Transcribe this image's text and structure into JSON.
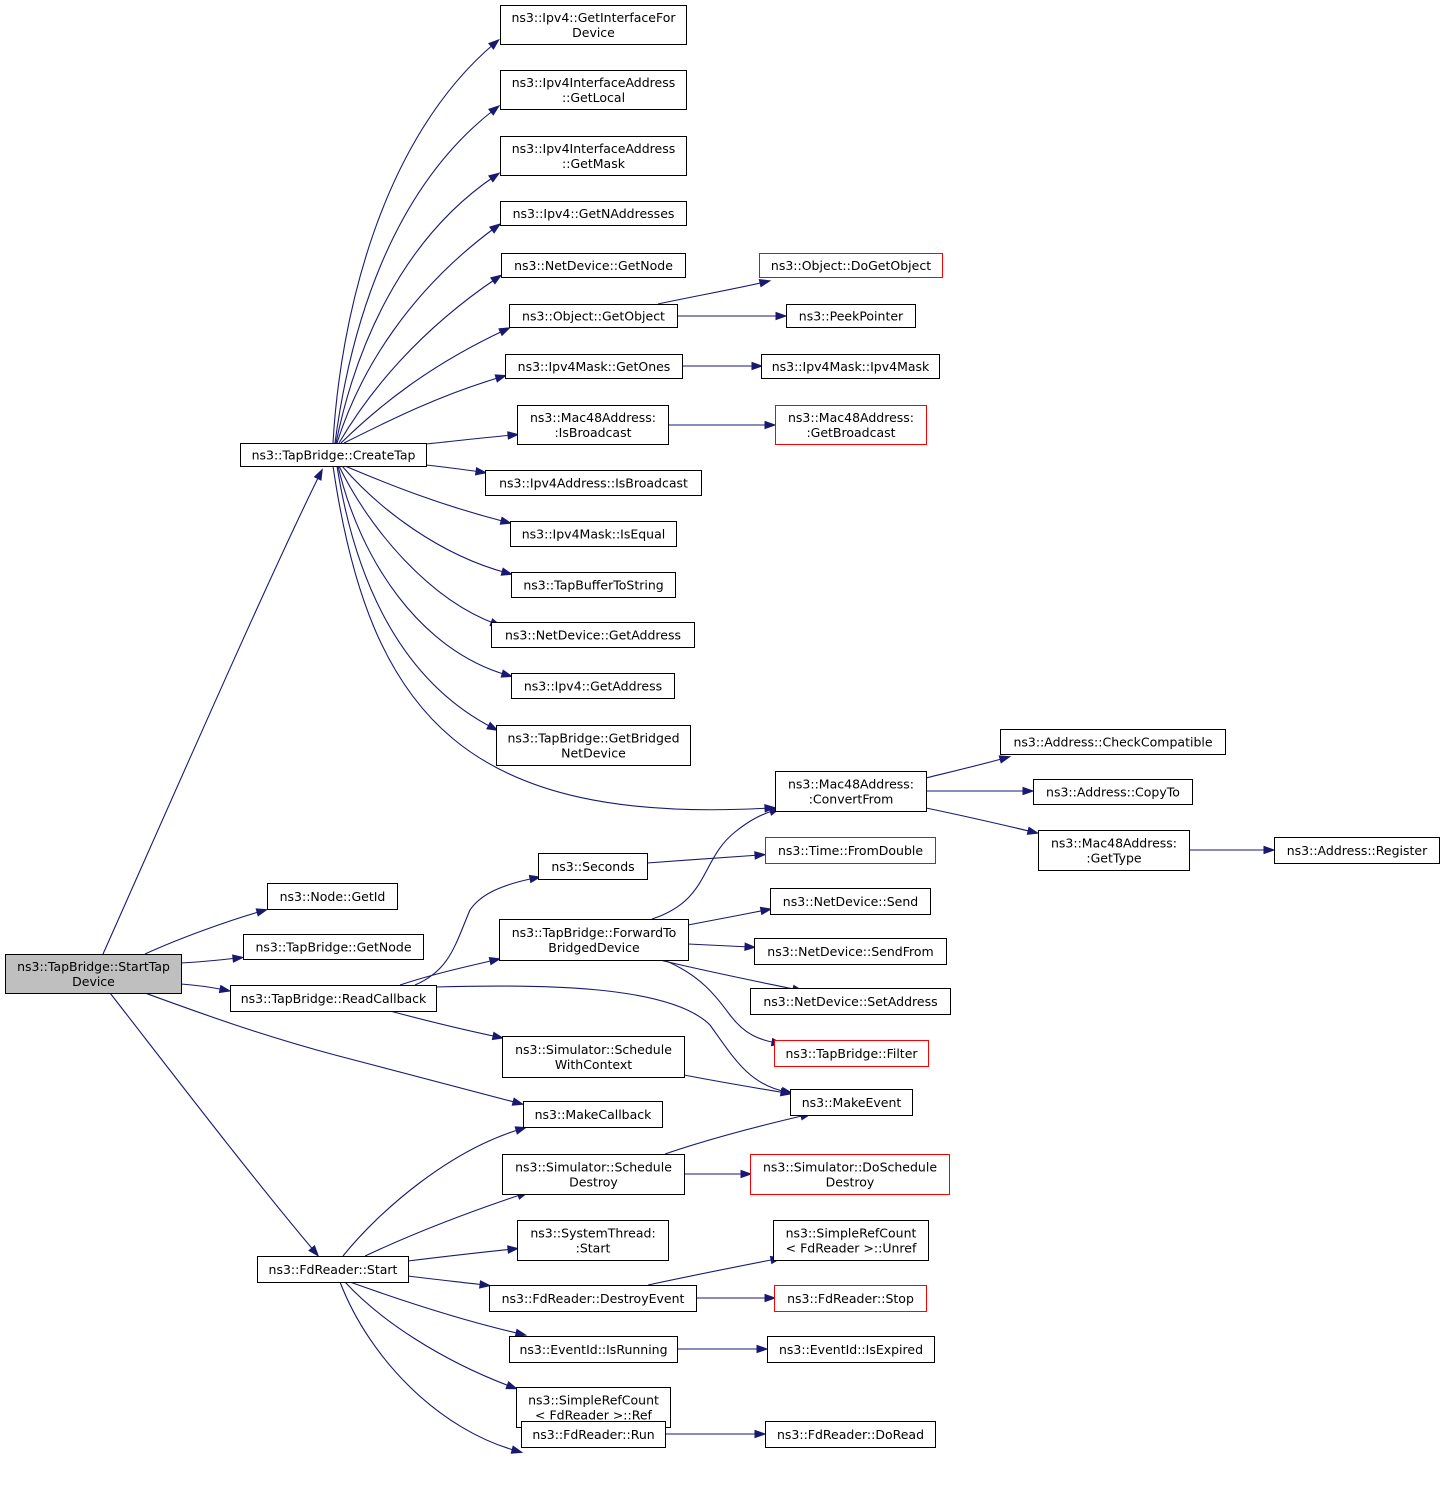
{
  "diagram": {
    "nodes": {
      "start_tap": {
        "lines": [
          "ns3::TapBridge::StartTap",
          "Device"
        ],
        "style": "root"
      },
      "create_tap": {
        "lines": [
          "ns3::TapBridge::CreateTap"
        ],
        "style": "normal"
      },
      "ipv4_getinterfacefor": {
        "lines": [
          "ns3::Ipv4::GetInterfaceFor",
          "Device"
        ],
        "style": "normal"
      },
      "ipv4ia_getlocal": {
        "lines": [
          "ns3::Ipv4InterfaceAddress",
          "::GetLocal"
        ],
        "style": "normal"
      },
      "ipv4ia_getmask": {
        "lines": [
          "ns3::Ipv4InterfaceAddress",
          "::GetMask"
        ],
        "style": "normal"
      },
      "ipv4_getnaddresses": {
        "lines": [
          "ns3::Ipv4::GetNAddresses"
        ],
        "style": "normal"
      },
      "netdevice_getnode": {
        "lines": [
          "ns3::NetDevice::GetNode"
        ],
        "style": "normal"
      },
      "object_getobject": {
        "lines": [
          "ns3::Object::GetObject"
        ],
        "style": "normal"
      },
      "object_dogetobject": {
        "lines": [
          "ns3::Object::DoGetObject"
        ],
        "style": "red"
      },
      "peekpointer": {
        "lines": [
          "ns3::PeekPointer"
        ],
        "style": "normal"
      },
      "ipv4mask_getones": {
        "lines": [
          "ns3::Ipv4Mask::GetOnes"
        ],
        "style": "normal"
      },
      "ipv4mask_ipv4mask": {
        "lines": [
          "ns3::Ipv4Mask::Ipv4Mask"
        ],
        "style": "normal"
      },
      "mac48_isbroadcast": {
        "lines": [
          "ns3::Mac48Address:",
          ":IsBroadcast"
        ],
        "style": "normal"
      },
      "mac48_getbroadcast": {
        "lines": [
          "ns3::Mac48Address:",
          ":GetBroadcast"
        ],
        "style": "red"
      },
      "ipv4addr_isbroadcast": {
        "lines": [
          "ns3::Ipv4Address::IsBroadcast"
        ],
        "style": "normal"
      },
      "ipv4mask_isequal": {
        "lines": [
          "ns3::Ipv4Mask::IsEqual"
        ],
        "style": "normal"
      },
      "tapbuffertostring": {
        "lines": [
          "ns3::TapBufferToString"
        ],
        "style": "normal"
      },
      "netdevice_getaddress": {
        "lines": [
          "ns3::NetDevice::GetAddress"
        ],
        "style": "normal"
      },
      "ipv4_getaddress": {
        "lines": [
          "ns3::Ipv4::GetAddress"
        ],
        "style": "normal"
      },
      "tapbridge_getbridged": {
        "lines": [
          "ns3::TapBridge::GetBridged",
          "NetDevice"
        ],
        "style": "normal"
      },
      "mac48_convertfrom": {
        "lines": [
          "ns3::Mac48Address:",
          ":ConvertFrom"
        ],
        "style": "normal"
      },
      "address_checkcompatible": {
        "lines": [
          "ns3::Address::CheckCompatible"
        ],
        "style": "normal"
      },
      "address_copyto": {
        "lines": [
          "ns3::Address::CopyTo"
        ],
        "style": "normal"
      },
      "mac48_gettype": {
        "lines": [
          "ns3::Mac48Address:",
          ":GetType"
        ],
        "style": "normal"
      },
      "address_register": {
        "lines": [
          "ns3::Address::Register"
        ],
        "style": "normal"
      },
      "node_getid": {
        "lines": [
          "ns3::Node::GetId"
        ],
        "style": "normal"
      },
      "tapbridge_getnode": {
        "lines": [
          "ns3::TapBridge::GetNode"
        ],
        "style": "normal"
      },
      "tapbridge_readcallback": {
        "lines": [
          "ns3::TapBridge::ReadCallback"
        ],
        "style": "normal"
      },
      "seconds": {
        "lines": [
          "ns3::Seconds"
        ],
        "style": "normal"
      },
      "time_fromdouble": {
        "lines": [
          "ns3::Time::FromDouble"
        ],
        "style": "red"
      },
      "tapbridge_forwardto": {
        "lines": [
          "ns3::TapBridge::ForwardTo",
          "BridgedDevice"
        ],
        "style": "normal"
      },
      "netdevice_send": {
        "lines": [
          "ns3::NetDevice::Send"
        ],
        "style": "normal"
      },
      "netdevice_sendfrom": {
        "lines": [
          "ns3::NetDevice::SendFrom"
        ],
        "style": "normal"
      },
      "netdevice_setaddress": {
        "lines": [
          "ns3::NetDevice::SetAddress"
        ],
        "style": "normal"
      },
      "tapbridge_filter": {
        "lines": [
          "ns3::TapBridge::Filter"
        ],
        "style": "red"
      },
      "simulator_schedulewithcontext": {
        "lines": [
          "ns3::Simulator::Schedule",
          "WithContext"
        ],
        "style": "normal"
      },
      "makeevent": {
        "lines": [
          "ns3::MakeEvent"
        ],
        "style": "normal"
      },
      "makecallback": {
        "lines": [
          "ns3::MakeCallback"
        ],
        "style": "normal"
      },
      "simulator_scheduledestroy": {
        "lines": [
          "ns3::Simulator::Schedule",
          "Destroy"
        ],
        "style": "normal"
      },
      "simulator_doscheduledestroy": {
        "lines": [
          "ns3::Simulator::DoSchedule",
          "Destroy"
        ],
        "style": "red"
      },
      "systemthread_start": {
        "lines": [
          "ns3::SystemThread:",
          ":Start"
        ],
        "style": "normal"
      },
      "simplerefcount_unref": {
        "lines": [
          "ns3::SimpleRefCount",
          "< FdReader >::Unref"
        ],
        "style": "normal"
      },
      "fdreader_start": {
        "lines": [
          "ns3::FdReader::Start"
        ],
        "style": "normal"
      },
      "fdreader_destroyevent": {
        "lines": [
          "ns3::FdReader::DestroyEvent"
        ],
        "style": "normal"
      },
      "fdreader_stop": {
        "lines": [
          "ns3::FdReader::Stop"
        ],
        "style": "red"
      },
      "eventid_isrunning": {
        "lines": [
          "ns3::EventId::IsRunning"
        ],
        "style": "normal"
      },
      "eventid_isexpired": {
        "lines": [
          "ns3::EventId::IsExpired"
        ],
        "style": "normal"
      },
      "simplerefcount_ref": {
        "lines": [
          "ns3::SimpleRefCount",
          "< FdReader >::Ref"
        ],
        "style": "normal"
      },
      "fdreader_run": {
        "lines": [
          "ns3::FdReader::Run"
        ],
        "style": "normal"
      },
      "fdreader_doread": {
        "lines": [
          "ns3::FdReader::DoRead"
        ],
        "style": "normal"
      }
    },
    "edges": [
      [
        "start_tap",
        "create_tap"
      ],
      [
        "start_tap",
        "node_getid"
      ],
      [
        "start_tap",
        "tapbridge_getnode"
      ],
      [
        "start_tap",
        "tapbridge_readcallback"
      ],
      [
        "start_tap",
        "makecallback"
      ],
      [
        "start_tap",
        "fdreader_start"
      ],
      [
        "create_tap",
        "ipv4_getinterfacefor"
      ],
      [
        "create_tap",
        "ipv4ia_getlocal"
      ],
      [
        "create_tap",
        "ipv4ia_getmask"
      ],
      [
        "create_tap",
        "ipv4_getnaddresses"
      ],
      [
        "create_tap",
        "netdevice_getnode"
      ],
      [
        "create_tap",
        "object_getobject"
      ],
      [
        "create_tap",
        "ipv4mask_getones"
      ],
      [
        "create_tap",
        "mac48_isbroadcast"
      ],
      [
        "create_tap",
        "ipv4addr_isbroadcast"
      ],
      [
        "create_tap",
        "ipv4mask_isequal"
      ],
      [
        "create_tap",
        "tapbuffertostring"
      ],
      [
        "create_tap",
        "netdevice_getaddress"
      ],
      [
        "create_tap",
        "ipv4_getaddress"
      ],
      [
        "create_tap",
        "tapbridge_getbridged"
      ],
      [
        "create_tap",
        "mac48_convertfrom"
      ],
      [
        "object_getobject",
        "object_dogetobject"
      ],
      [
        "object_getobject",
        "peekpointer"
      ],
      [
        "ipv4mask_getones",
        "ipv4mask_ipv4mask"
      ],
      [
        "mac48_isbroadcast",
        "mac48_getbroadcast"
      ],
      [
        "mac48_convertfrom",
        "address_checkcompatible"
      ],
      [
        "mac48_convertfrom",
        "address_copyto"
      ],
      [
        "mac48_convertfrom",
        "mac48_gettype"
      ],
      [
        "mac48_gettype",
        "address_register"
      ],
      [
        "tapbridge_readcallback",
        "seconds"
      ],
      [
        "tapbridge_readcallback",
        "tapbridge_forwardto"
      ],
      [
        "tapbridge_readcallback",
        "simulator_schedulewithcontext"
      ],
      [
        "tapbridge_readcallback",
        "makeevent"
      ],
      [
        "seconds",
        "time_fromdouble"
      ],
      [
        "tapbridge_forwardto",
        "mac48_convertfrom"
      ],
      [
        "tapbridge_forwardto",
        "netdevice_send"
      ],
      [
        "tapbridge_forwardto",
        "netdevice_sendfrom"
      ],
      [
        "tapbridge_forwardto",
        "netdevice_setaddress"
      ],
      [
        "tapbridge_forwardto",
        "tapbridge_filter"
      ],
      [
        "simulator_schedulewithcontext",
        "makeevent"
      ],
      [
        "simulator_scheduledestroy",
        "makeevent"
      ],
      [
        "simulator_scheduledestroy",
        "simulator_doscheduledestroy"
      ],
      [
        "fdreader_start",
        "makecallback"
      ],
      [
        "fdreader_start",
        "simulator_scheduledestroy"
      ],
      [
        "fdreader_start",
        "systemthread_start"
      ],
      [
        "fdreader_start",
        "fdreader_destroyevent"
      ],
      [
        "fdreader_start",
        "eventid_isrunning"
      ],
      [
        "fdreader_start",
        "simplerefcount_ref"
      ],
      [
        "fdreader_start",
        "fdreader_run"
      ],
      [
        "fdreader_destroyevent",
        "simplerefcount_unref"
      ],
      [
        "fdreader_destroyevent",
        "fdreader_stop"
      ],
      [
        "eventid_isrunning",
        "eventid_isexpired"
      ],
      [
        "fdreader_run",
        "fdreader_doread"
      ]
    ],
    "colors": {
      "edge": "#191970",
      "border": "#000000",
      "border_missing": "#ff0000",
      "root_fill": "#bfbfbf"
    }
  }
}
